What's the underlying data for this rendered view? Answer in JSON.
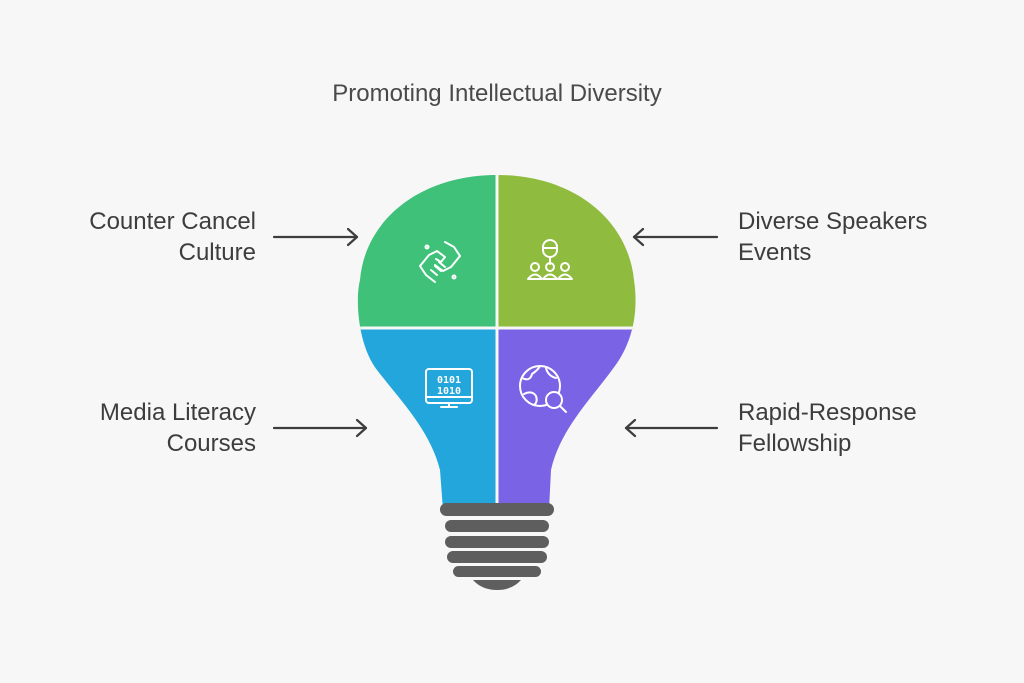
{
  "title": "Promoting Intellectual Diversity",
  "colors": {
    "top_left": "#3fc17a",
    "top_right": "#8fbb3e",
    "bottom_left": "#22a6dc",
    "bottom_right": "#7b63e6",
    "base": "#5e5e5e",
    "arrow": "#3d3d3d",
    "background": "#f7f7f7"
  },
  "items": [
    {
      "id": "counter-cancel-culture",
      "lines": [
        "Counter Cancel",
        "Culture"
      ],
      "icon": "handshake-icon"
    },
    {
      "id": "diverse-speakers-events",
      "lines": [
        "Diverse Speakers",
        "Events"
      ],
      "icon": "speaker-audience-icon"
    },
    {
      "id": "media-literacy-courses",
      "lines": [
        "Media Literacy",
        "Courses"
      ],
      "icon": "binary-monitor-icon",
      "icon_text": [
        "0101",
        "1010"
      ]
    },
    {
      "id": "rapid-response-fellowship",
      "lines": [
        "Rapid-Response",
        "Fellowship"
      ],
      "icon": "globe-search-icon"
    }
  ]
}
